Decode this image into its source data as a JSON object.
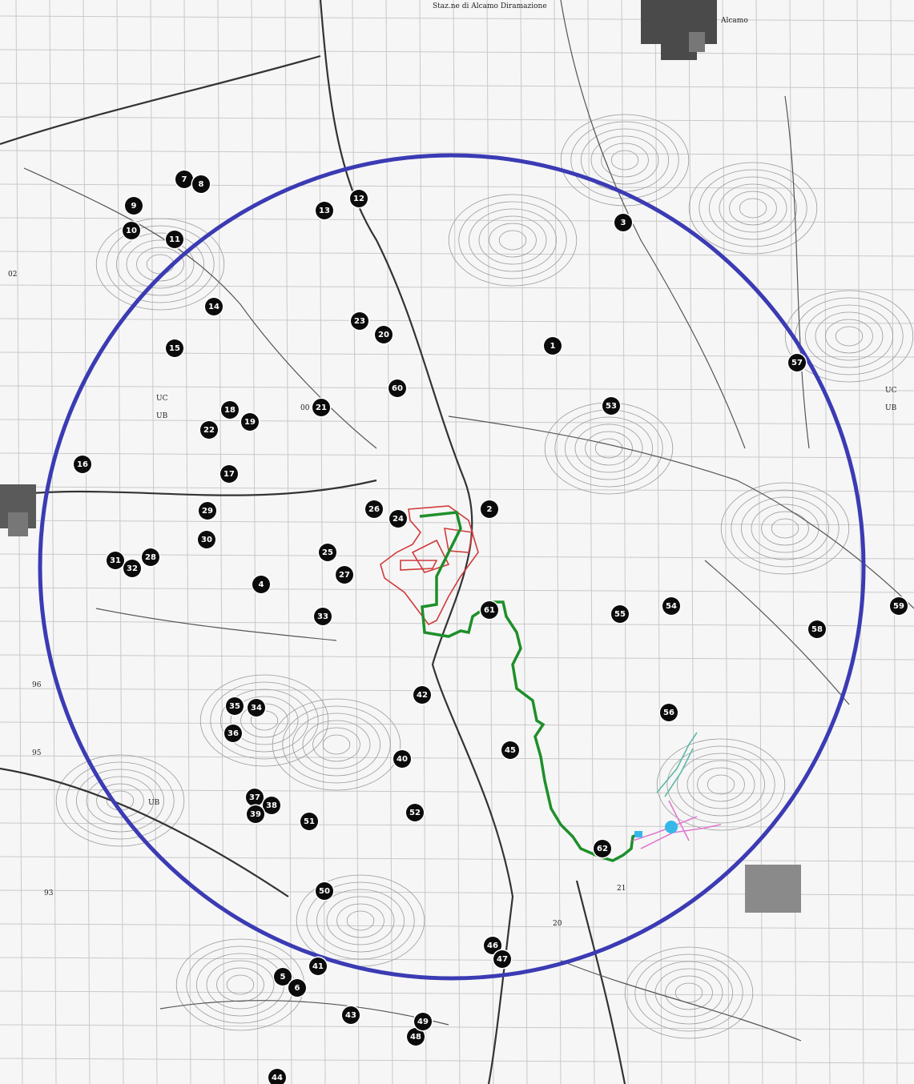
{
  "map": {
    "labels": {
      "station": "Staz.ne di Alcamo Diramazione",
      "city": "Alcamo",
      "uc_left": "UC",
      "ub_left": "UB",
      "uc_right": "UC",
      "ub_right": "UB",
      "ub_bottom": "UB",
      "grid_02": "02",
      "grid_00": "00",
      "grid_96": "96",
      "grid_95": "95",
      "grid_93": "93",
      "grid_20": "20",
      "grid_21": "21"
    },
    "colors": {
      "buffer_circle": "#3b3bb4",
      "cable_route": "#1e8f2a",
      "project_area": "#d23a3a",
      "substation": "#35b8e8",
      "connection_line": "#e07ad0"
    },
    "markers": [
      "1",
      "2",
      "3",
      "4",
      "5",
      "6",
      "7",
      "8",
      "9",
      "10",
      "11",
      "12",
      "13",
      "14",
      "15",
      "16",
      "17",
      "18",
      "19",
      "20",
      "21",
      "22",
      "23",
      "24",
      "25",
      "26",
      "27",
      "28",
      "29",
      "30",
      "31",
      "32",
      "33",
      "34",
      "35",
      "36",
      "37",
      "38",
      "39",
      "40",
      "41",
      "42",
      "43",
      "44",
      "45",
      "46",
      "47",
      "48",
      "49",
      "50",
      "51",
      "52",
      "53",
      "54",
      "55",
      "56",
      "57",
      "58",
      "59",
      "60",
      "61",
      "62"
    ]
  }
}
